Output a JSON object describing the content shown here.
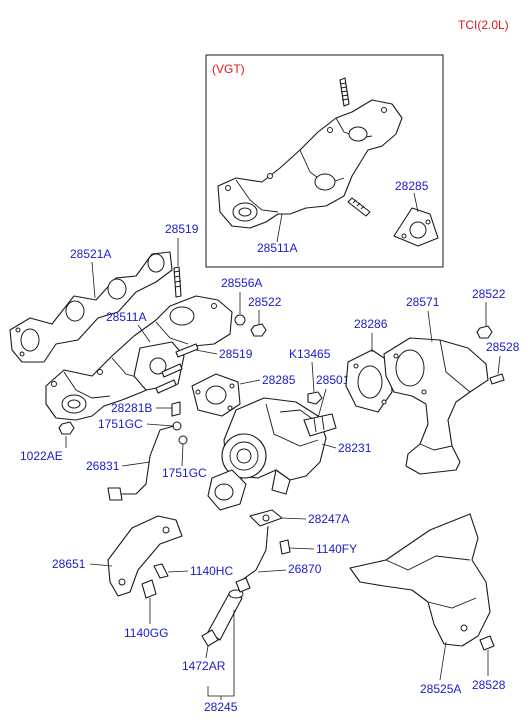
{
  "header": {
    "model": "TCI(2.0L)"
  },
  "vgt_box": {
    "label": "(VGT)"
  },
  "colors": {
    "label": "#1a1acc",
    "accent": "#e0141e",
    "line": "#1a1a1a"
  },
  "labels": {
    "p28285_vgt": "28285",
    "p28511A_vgt": "28511A",
    "p28519_top": "28519",
    "p28521A": "28521A",
    "p28556A": "28556A",
    "p28522_left": "28522",
    "p28511A": "28511A",
    "p28519_mid": "28519",
    "p28571": "28571",
    "p28522_right": "28522",
    "p28286": "28286",
    "p28528_top": "28528",
    "pK13465": "K13465",
    "p28285": "28285",
    "p28501": "28501",
    "p28281B": "28281B",
    "p1751GC_a": "1751GC",
    "p28231": "28231",
    "p1022AE": "1022AE",
    "p26831": "26831",
    "p1751GC_b": "1751GC",
    "p28247A": "28247A",
    "p1140FY": "1140FY",
    "p28651": "28651",
    "p1140HC": "1140HC",
    "p26870": "26870",
    "p1140GG": "1140GG",
    "p1472AR": "1472AR",
    "p28525A": "28525A",
    "p28528_bottom": "28528",
    "p28245": "28245"
  }
}
